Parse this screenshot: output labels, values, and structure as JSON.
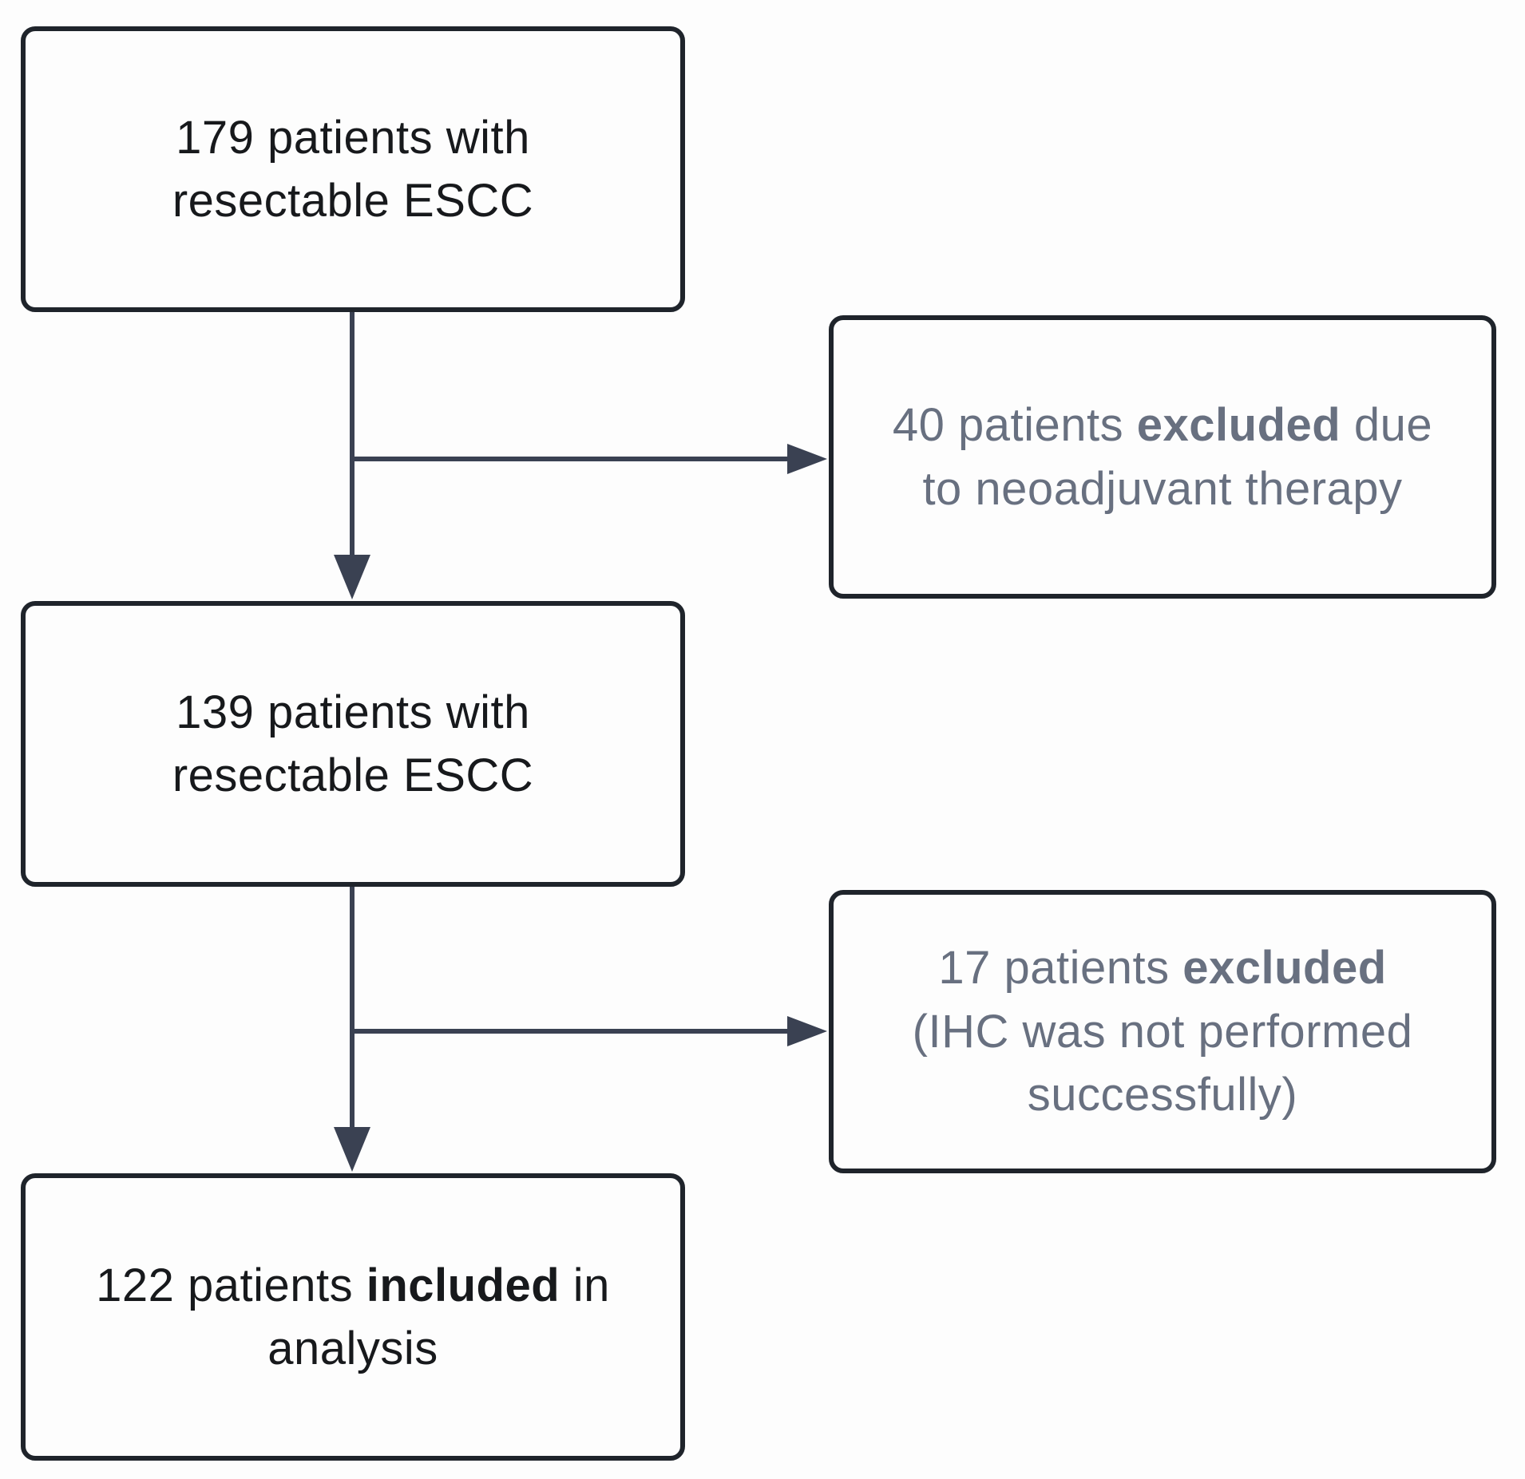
{
  "colors": {
    "box_border": "#1f242b",
    "arrow": "#3a4152",
    "text_dark": "#17191c",
    "text_gray": "#687080",
    "background": "#fdfdfd"
  },
  "nodes": {
    "resectable_179": {
      "tone": "dark",
      "lines": [
        [
          {
            "t": "179 patients with"
          }
        ],
        [
          {
            "t": "resectable ESCC"
          }
        ]
      ]
    },
    "excluded_40": {
      "tone": "gray",
      "lines": [
        [
          {
            "t": "40 patients "
          },
          {
            "t": "excluded",
            "b": true
          },
          {
            "t": " due"
          }
        ],
        [
          {
            "t": "to neoadjuvant therapy"
          }
        ]
      ]
    },
    "resectable_139": {
      "tone": "dark",
      "lines": [
        [
          {
            "t": "139 patients with"
          }
        ],
        [
          {
            "t": "resectable ESCC"
          }
        ]
      ]
    },
    "excluded_17": {
      "tone": "gray",
      "lines": [
        [
          {
            "t": "17 patients "
          },
          {
            "t": "excluded",
            "b": true
          }
        ],
        [
          {
            "t": "(IHC was not performed"
          }
        ],
        [
          {
            "t": "successfully)"
          }
        ]
      ]
    },
    "included_122": {
      "tone": "dark",
      "lines": [
        [
          {
            "t": "122 patients "
          },
          {
            "t": "included",
            "b": true
          },
          {
            "t": " in"
          }
        ],
        [
          {
            "t": "analysis"
          }
        ]
      ]
    }
  }
}
